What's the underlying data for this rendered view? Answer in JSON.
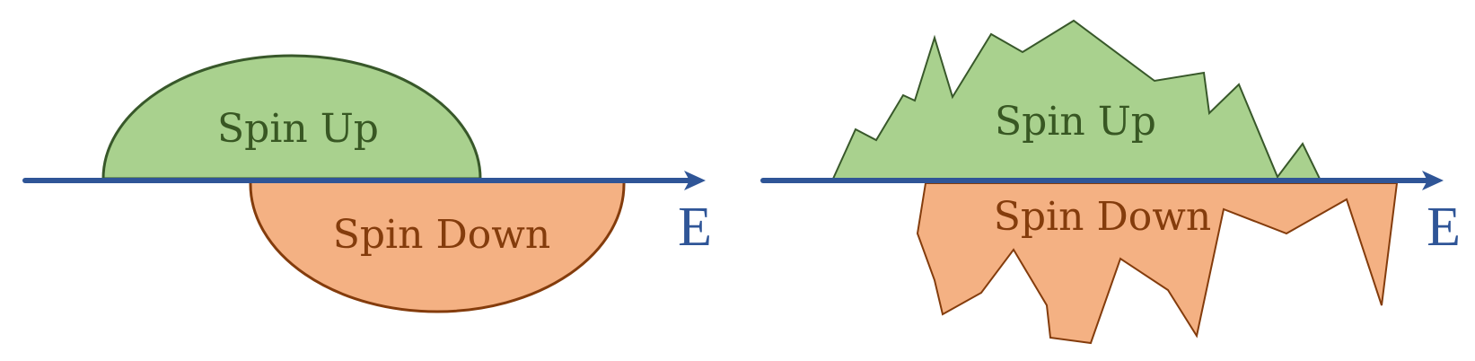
{
  "colors": {
    "spin_up_fill": "#a9d18e",
    "spin_up_stroke": "#38582a",
    "spin_down_fill": "#f4b183",
    "spin_down_stroke": "#843c0c",
    "axis": "#2f5597",
    "spin_up_text": "#385723",
    "spin_down_text": "#843c0c",
    "axis_label": "#2f5597"
  },
  "left_panel": {
    "spin_up_label": "Spin Up",
    "spin_down_label": "Spin Down",
    "axis_label": "E"
  },
  "right_panel": {
    "spin_up_label": "Spin Up",
    "spin_down_label": "Spin Down",
    "axis_label": "E"
  }
}
